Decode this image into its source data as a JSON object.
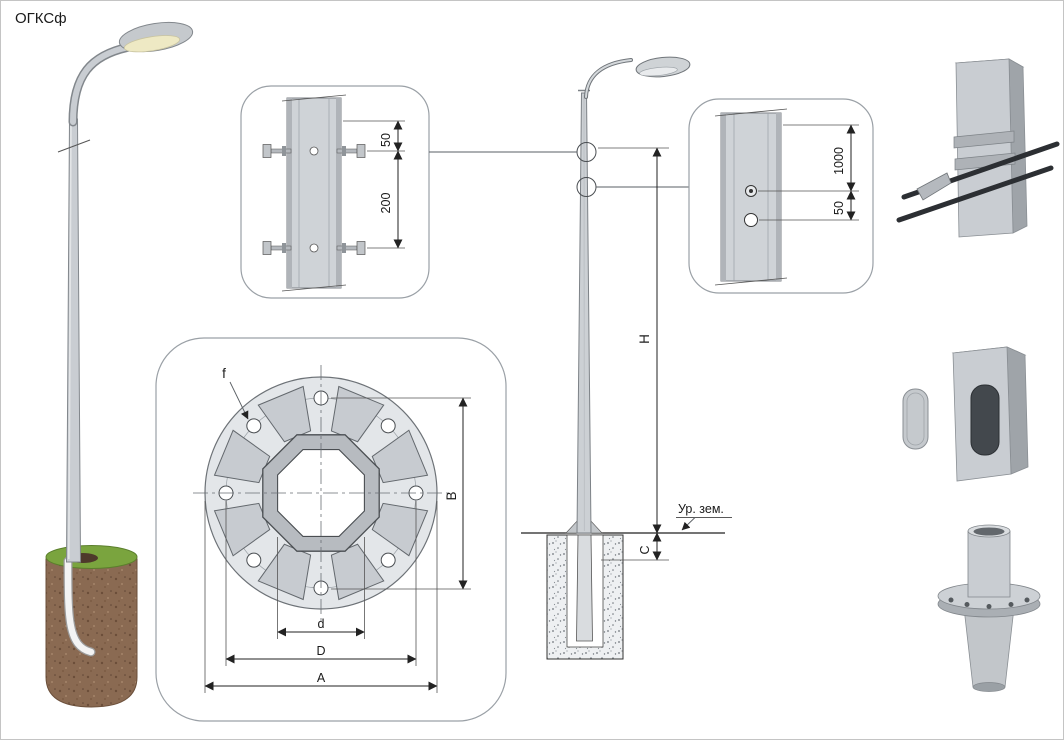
{
  "title": "ОГКСф",
  "detail_top": {
    "dim_small": "50",
    "dim_large": "200"
  },
  "detail_cable": {
    "dim_large": "1000",
    "dim_small": "50"
  },
  "elevation": {
    "dim_height": "H",
    "dim_base": "C",
    "ground_level": "Ур. зем."
  },
  "flange": {
    "hole_label": "f",
    "inner_dia": "d",
    "bolt_circle_dia": "D",
    "outer_dia": "A",
    "vertical_dia": "B"
  }
}
